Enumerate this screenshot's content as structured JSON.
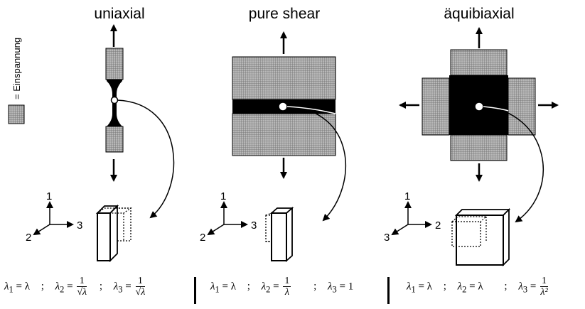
{
  "legend": {
    "label": "= Einspannung"
  },
  "panels": [
    {
      "title": "uniaxial",
      "axes": {
        "vertical": "1",
        "diagonal": "2",
        "horizontal": "3"
      },
      "formula": {
        "l1": "λ",
        "l1sub": "1",
        "eq1": "= λ",
        "l2": "λ",
        "l2sub": "2",
        "l2num": "1",
        "l2den": "√λ",
        "l3": "λ",
        "l3sub": "3",
        "l3num": "1",
        "l3den": "√λ"
      }
    },
    {
      "title": "pure shear",
      "axes": {
        "vertical": "1",
        "diagonal": "2",
        "horizontal": "3"
      },
      "formula": {
        "l1": "λ",
        "l1sub": "1",
        "eq1": "= λ",
        "l2": "λ",
        "l2sub": "2",
        "l2num": "1",
        "l2den": "λ",
        "l3": "λ",
        "l3sub": "3",
        "eq3": "= 1"
      }
    },
    {
      "title": "äquibiaxial",
      "axes": {
        "vertical": "1",
        "diagonal": "3",
        "horizontal": "2"
      },
      "formula": {
        "l1": "λ",
        "l1sub": "1",
        "eq1": "= λ",
        "l2": "λ",
        "l2sub": "2",
        "eq2": "= λ",
        "l3": "λ",
        "l3sub": "3",
        "l3num": "1",
        "l3den": "λ²"
      }
    }
  ],
  "separator": ";"
}
